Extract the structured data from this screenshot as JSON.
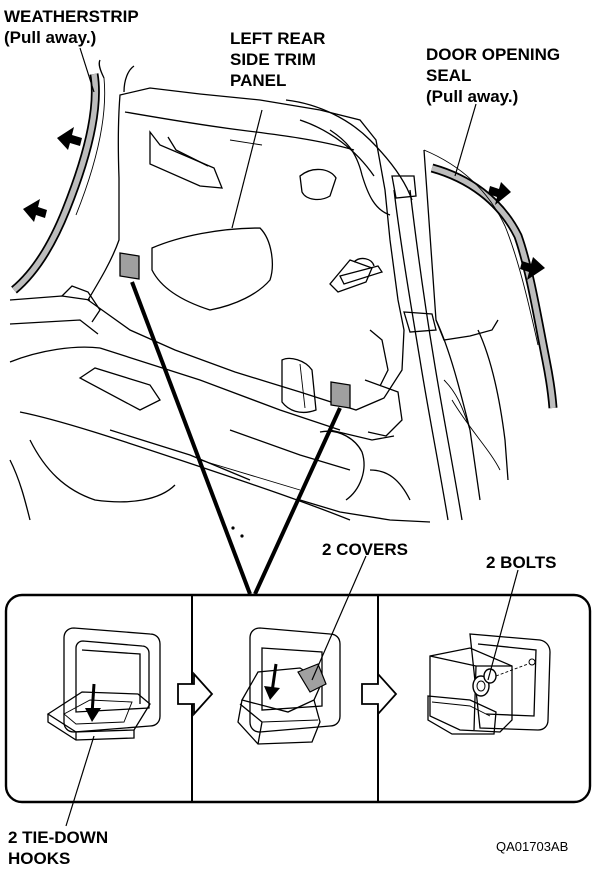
{
  "labels": {
    "weatherstrip": [
      "WEATHERSTRIP",
      "(Pull away.)"
    ],
    "trim_panel": [
      "LEFT REAR",
      "SIDE TRIM",
      "PANEL"
    ],
    "door_seal": [
      "DOOR OPENING",
      "SEAL",
      "(Pull away.)"
    ],
    "covers": "2 COVERS",
    "bolts": "2 BOLTS",
    "hooks": [
      "2 TIE-DOWN",
      "HOOKS"
    ],
    "figure_code": "QA01703AB"
  },
  "icons": {
    "pull_arrow": "arrow-icon",
    "step_arrow": "right-arrow-icon"
  },
  "colors": {
    "line": "#000000",
    "weatherstrip_fill": "#bdbdbd",
    "cover_fill": "#a0a0a0",
    "background": "#ffffff"
  }
}
